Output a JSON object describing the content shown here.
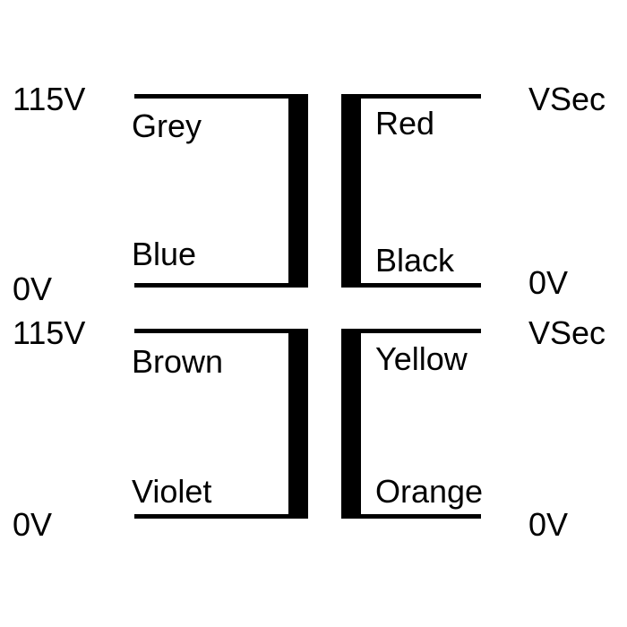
{
  "transformer_top": {
    "primary": {
      "top_voltage": "115V",
      "bottom_voltage": "0V",
      "top_wire": "Grey",
      "bottom_wire": "Blue"
    },
    "secondary": {
      "top_voltage": "VSec",
      "bottom_voltage": "0V",
      "top_wire": "Red",
      "bottom_wire": "Black"
    }
  },
  "transformer_bottom": {
    "primary": {
      "top_voltage": "115V",
      "bottom_voltage": "0V",
      "top_wire": "Brown",
      "bottom_wire": "Violet"
    },
    "secondary": {
      "top_voltage": "VSec",
      "bottom_voltage": "0V",
      "top_wire": "Yellow",
      "bottom_wire": "Orange"
    }
  }
}
